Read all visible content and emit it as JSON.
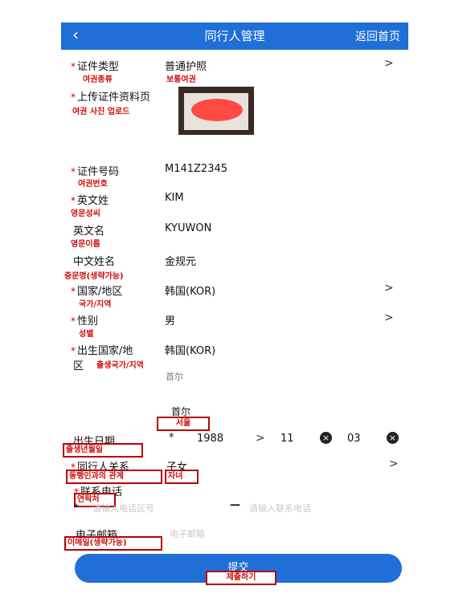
{
  "header": {
    "back_icon": "‹",
    "title": "同行人管理",
    "home_link": "返回首页",
    "color": "#1f6fd6"
  },
  "fields": {
    "doc_type": {
      "label": "证件类型",
      "value": "普通护照",
      "ko_label": "여권종류",
      "ko_value": "보통여권"
    },
    "upload": {
      "label": "上传证件资料页",
      "ko_label": "여권 사진 업로드"
    },
    "doc_number": {
      "label": "证件号码",
      "value": "M141Z2345",
      "ko_label": "여권번호"
    },
    "en_surname": {
      "label": "英文姓",
      "value": "KIM",
      "ko_label": "영문성씨"
    },
    "en_given": {
      "label": "英文名",
      "value": "KYUWON",
      "ko_label": "영문이름"
    },
    "cn_name": {
      "label": "中文姓名",
      "value": "金规元",
      "ko_label": "중문명(생략가능)"
    },
    "country": {
      "label": "国家/地区",
      "value": "韩国(KOR)",
      "ko_label": "국가/지역"
    },
    "gender": {
      "label": "性别",
      "value": "男",
      "ko_label": "성별"
    },
    "birth_country": {
      "label_1": "出生国家/地",
      "label_2": "区",
      "value": "韩国(KOR)",
      "ko_label": "출생국가/지역"
    },
    "birth_city": {
      "value_faded": "首尔",
      "value": "首尔",
      "ko_value": "서울"
    },
    "birth_date": {
      "label": "出生日期",
      "star": "*",
      "year": "1988",
      "month": "11",
      "day": "03",
      "sep": ">",
      "ko_label": "출생년월일"
    },
    "relation": {
      "label": "同行人关系",
      "value": "子女",
      "ko_label": "동행인과의 관계",
      "ko_value": "자녀"
    },
    "phone": {
      "label": "联系电话",
      "ko_label": "연락처",
      "star": "*",
      "code_placeholder": "请输入电话区号",
      "dash": "—",
      "number_placeholder": "请输入联系电话"
    },
    "email": {
      "label": "电子邮箱",
      "placeholder": "电子邮箱",
      "ko_label": "이메일(생략가능)"
    }
  },
  "required_mark": "*",
  "chevron": ">",
  "clear_icon": "×",
  "submit": {
    "label": "提交",
    "ko_label": "제출하기"
  }
}
